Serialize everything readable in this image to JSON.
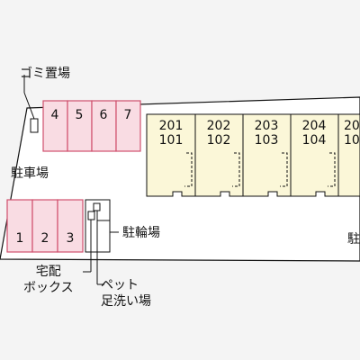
{
  "labels": {
    "garbage": "ゴミ置場",
    "parking_left": "駐車場",
    "parking_right": "駐",
    "bike": "駐輪場",
    "delivery_box": "宅配\nボックス",
    "pet_wash": "ペット\n足洗い場"
  },
  "parking_top": [
    "4",
    "5",
    "6",
    "7"
  ],
  "parking_bottom": [
    "1",
    "2",
    "3"
  ],
  "units": [
    {
      "upper": "201",
      "lower": "101"
    },
    {
      "upper": "202",
      "lower": "102"
    },
    {
      "upper": "203",
      "lower": "103"
    },
    {
      "upper": "204",
      "lower": "104"
    },
    {
      "upper": "20",
      "lower": "10"
    }
  ],
  "colors": {
    "parking_fill": "#f9dce3",
    "parking_stroke": "#d0506e",
    "unit_fill": "#fbf7d8",
    "line": "#111111",
    "background": "#f4f4f4"
  }
}
